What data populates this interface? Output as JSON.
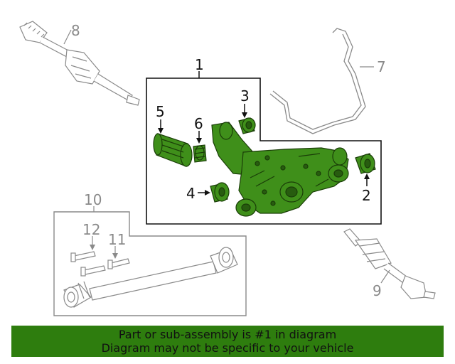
{
  "callouts": {
    "c1": "1",
    "c2": "2",
    "c3": "3",
    "c4": "4",
    "c5": "5",
    "c6": "6",
    "c7": "7",
    "c8": "8",
    "c9": "9",
    "c10": "10",
    "c11": "11",
    "c12": "12"
  },
  "banner": {
    "line1": "Part or sub-assembly is #1 in diagram",
    "line2": "Diagram may not be specific to your vehicle"
  },
  "colors": {
    "highlight": "#2e7d0e",
    "part_fill": "#3f8f1a",
    "banner_bg": "#2e7d0e",
    "grey_line": "#8a8a8a",
    "black_line": "#111111"
  }
}
